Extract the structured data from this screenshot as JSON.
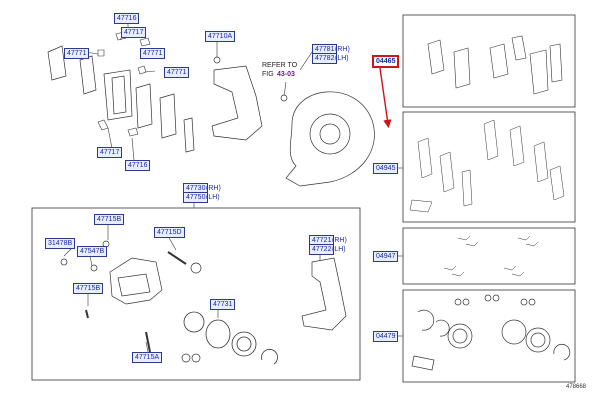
{
  "labels": {
    "p47716a": "47716",
    "p47717a": "47717",
    "p47771a": "47771",
    "p47771b": "47771",
    "p47717b": "47717",
    "p47716b": "47716",
    "p47710a": "47710A",
    "p47781": "47781",
    "p47782": "47782",
    "p47730": "47730",
    "p47750": "47750",
    "p47715b_top": "47715B",
    "p31478b": "31478B",
    "p47547b": "47547B",
    "p47715d": "47715D",
    "p47715b_bot": "47715B",
    "p47731": "47731",
    "p47715a": "47715A",
    "p47721": "47721",
    "p47722": "47722",
    "p04465": "04465",
    "p04945": "04945",
    "p04947": "04947",
    "p04479": "04479"
  },
  "suffix": {
    "rh": "(RH)",
    "lh": "(LH)"
  },
  "refer": {
    "line1": "REFER TO",
    "fig_prefix": "FIG",
    "fig_num": "43-03"
  },
  "code": "478668",
  "colors": {
    "label_border": "#2a3a8c",
    "label_fill": "#e8ecff",
    "label_text": "#1b2aa0",
    "highlight": "#d0131f",
    "line": "#333333"
  }
}
